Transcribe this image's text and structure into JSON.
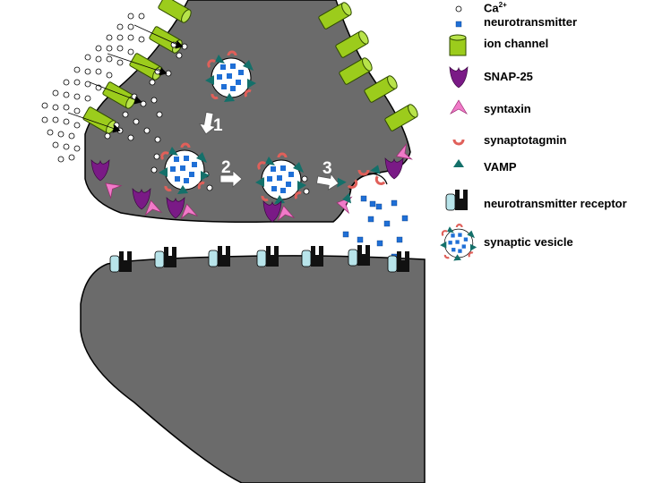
{
  "steps": [
    "1",
    "2",
    "3"
  ],
  "legend": [
    {
      "key": "ca",
      "label": "Ca",
      "sup": "2+",
      "icon": "calcium-ion-icon"
    },
    {
      "key": "nt",
      "label": "neurotransmitter",
      "icon": "neurotransmitter-icon"
    },
    {
      "key": "ion",
      "label": "ion channel",
      "icon": "ion-channel-icon"
    },
    {
      "key": "snap",
      "label": "SNAP-25",
      "icon": "snap25-icon"
    },
    {
      "key": "syntaxin",
      "label": "syntaxin",
      "icon": "syntaxin-icon"
    },
    {
      "key": "syt",
      "label": "synaptotagmin",
      "icon": "synaptotagmin-icon"
    },
    {
      "key": "vamp",
      "label": "VAMP",
      "icon": "vamp-icon"
    },
    {
      "key": "receptor",
      "label": "neurotransmitter receptor",
      "icon": "receptor-icon"
    },
    {
      "key": "vesicle",
      "label": "synaptic vesicle",
      "icon": "synaptic-vesicle-icon"
    }
  ],
  "colors": {
    "neuron": "#6b6b6b",
    "ion_channel": "#9ccc1c",
    "neurotransmitter": "#1f6fd6",
    "snap25": "#7a1a86",
    "syntaxin": "#f07ac8",
    "synaptotagmin": "#e0605a",
    "vamp": "#14706a",
    "receptor_light": "#b8e4ea",
    "receptor_dark": "#111111"
  }
}
